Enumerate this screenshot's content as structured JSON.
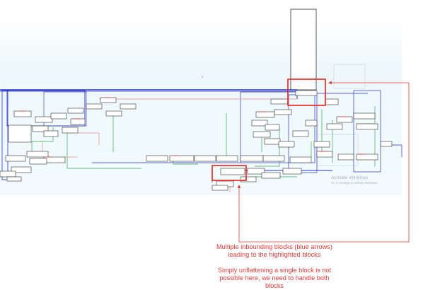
{
  "annotation": {
    "line1": "Multiple inbounding blocks (blue arrows) leading to the highlighted blocks",
    "line2": "Simply unflattening a single block is not possible here, we need to handle both blocks"
  },
  "watermark": {
    "title": "Activate Windows",
    "subtitle": "Go to Settings to activate Windows."
  },
  "colors": {
    "highlight": "#e53935",
    "inbound_edge": "#2a33c8",
    "edge_green": "#3aa55a",
    "edge_red": "#d9534f",
    "node_fill": "#ffffff",
    "node_border": "#333333",
    "canvas_bg_top": "#eaf7fb",
    "canvas_bg_bottom": "#f4fbfd"
  }
}
